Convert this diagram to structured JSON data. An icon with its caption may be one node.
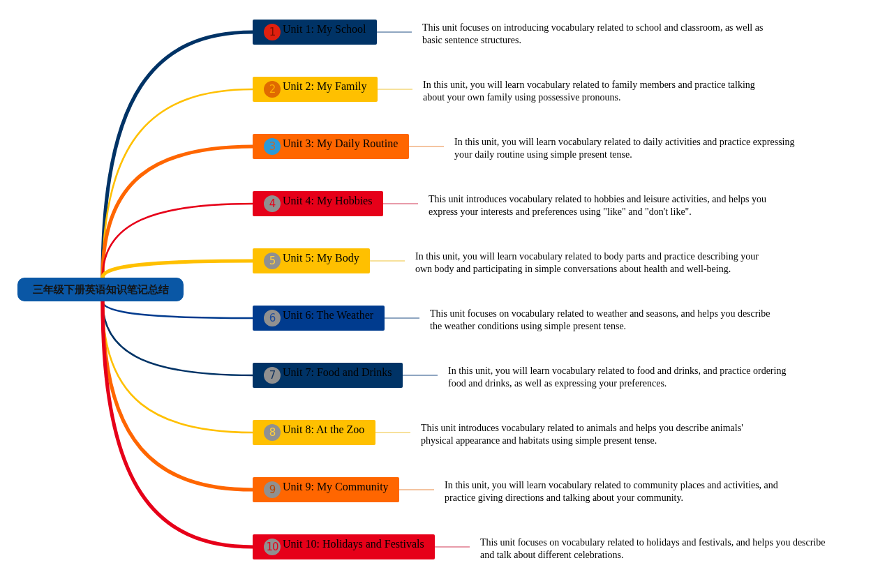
{
  "diagram": {
    "nodes": [
      {
        "text": [
          "三年级下册英语知识笔记总结"
        ]
      },
      {
        "text": [
          "1",
          "Unit 1: My School"
        ]
      },
      {
        "text": [
          "2",
          "Unit 2: My Family"
        ]
      },
      {
        "text": [
          "3",
          "Unit 3: My Daily Routine"
        ]
      },
      {
        "text": [
          "4",
          "Unit 4: My Hobbies"
        ]
      },
      {
        "text": [
          "5",
          "Unit 5: My Body"
        ]
      },
      {
        "text": [
          "6",
          "Unit 6: The Weather"
        ]
      },
      {
        "text": [
          "7",
          "Unit 7: Food and Drinks"
        ]
      },
      {
        "text": [
          "8",
          "Unit 8: At the Zoo"
        ]
      },
      {
        "text": [
          "9",
          "Unit 9: My Community"
        ]
      },
      {
        "text": [
          "10",
          "Unit 10: Holidays and Festivals"
        ]
      },
      {
        "text": [
          "This unit focuses on introducing vocabulary related to school and classroom, as well as basic sentence structures."
        ]
      },
      {
        "text": [
          "In this unit, you will learn vocabulary related to family members and practice talking about your own family using possessive pronouns."
        ]
      },
      {
        "text": [
          "In this unit, you will learn vocabulary related to daily activities and practice expressing your daily routine using simple present tense."
        ]
      },
      {
        "text": [
          "This unit introduces vocabulary related to hobbies and leisure activities, and helps you express your interests and preferences using \"like\" and \"don't like\"."
        ]
      },
      {
        "text": [
          "In this unit, you will learn vocabulary related to body parts and practice describing your own body and participating in simple conversations about health and well-being."
        ]
      },
      {
        "text": [
          "This unit focuses on vocabulary related to weather and seasons, and helps you describe the weather conditions using simple present tense."
        ]
      },
      {
        "text": [
          "In this unit, you will learn vocabulary related to food and drinks, and practice ordering food and drinks, as well as expressing your preferences."
        ]
      },
      {
        "text": [
          "This unit introduces vocabulary related to animals and helps you describe animals' physical appearance and habitats using simple present tense."
        ]
      },
      {
        "text": [
          "In this unit, you will learn vocabulary related to community places and activities, and practice giving directions and talking about your community."
        ]
      },
      {
        "text": [
          "This unit focuses on vocabulary related to holidays and festivals, and helps you describe and talk about different celebrations."
        ]
      }
    ],
    "edges": [
      {
        "from": 0,
        "to": 1,
        "arrow": "none",
        "style": "thick",
        "color": "#003366"
      },
      {
        "from": 0,
        "to": 2,
        "arrow": "none",
        "color": "#ffc000"
      },
      {
        "from": 0,
        "to": 3,
        "arrow": "none",
        "style": "thick",
        "color": "#ff6600"
      },
      {
        "from": 0,
        "to": 4,
        "arrow": "none",
        "color": "#e60019"
      },
      {
        "from": 0,
        "to": 5,
        "arrow": "none",
        "style": "thick",
        "color": "#ffc000"
      },
      {
        "from": 0,
        "to": 6,
        "arrow": "none",
        "color": "#003b8e"
      },
      {
        "from": 0,
        "to": 7,
        "arrow": "none",
        "color": "#003366"
      },
      {
        "from": 0,
        "to": 8,
        "arrow": "none",
        "color": "#ffc000"
      },
      {
        "from": 0,
        "to": 9,
        "arrow": "none",
        "style": "thick",
        "color": "#ff6600"
      },
      {
        "from": 0,
        "to": 10,
        "arrow": "none",
        "style": "thick",
        "color": "#e60019"
      },
      {
        "from": 1,
        "to": 11,
        "arrow": "none",
        "color": "#6a89ad"
      },
      {
        "from": 2,
        "to": 12,
        "arrow": "none",
        "color": "#f5d77a"
      },
      {
        "from": 3,
        "to": 13,
        "arrow": "none",
        "color": "#f0b080"
      },
      {
        "from": 4,
        "to": 14,
        "arrow": "none",
        "color": "#e07a8c"
      },
      {
        "from": 5,
        "to": 15,
        "arrow": "none",
        "color": "#f5d77a"
      },
      {
        "from": 6,
        "to": 16,
        "arrow": "none",
        "color": "#6a89ad"
      },
      {
        "from": 7,
        "to": 17,
        "arrow": "none",
        "color": "#6a89ad"
      },
      {
        "from": 8,
        "to": 18,
        "arrow": "none",
        "color": "#f5d77a"
      },
      {
        "from": 9,
        "to": 19,
        "arrow": "none",
        "color": "#f0b080"
      },
      {
        "from": 10,
        "to": 20,
        "arrow": "none",
        "color": "#e07a8c"
      }
    ]
  }
}
